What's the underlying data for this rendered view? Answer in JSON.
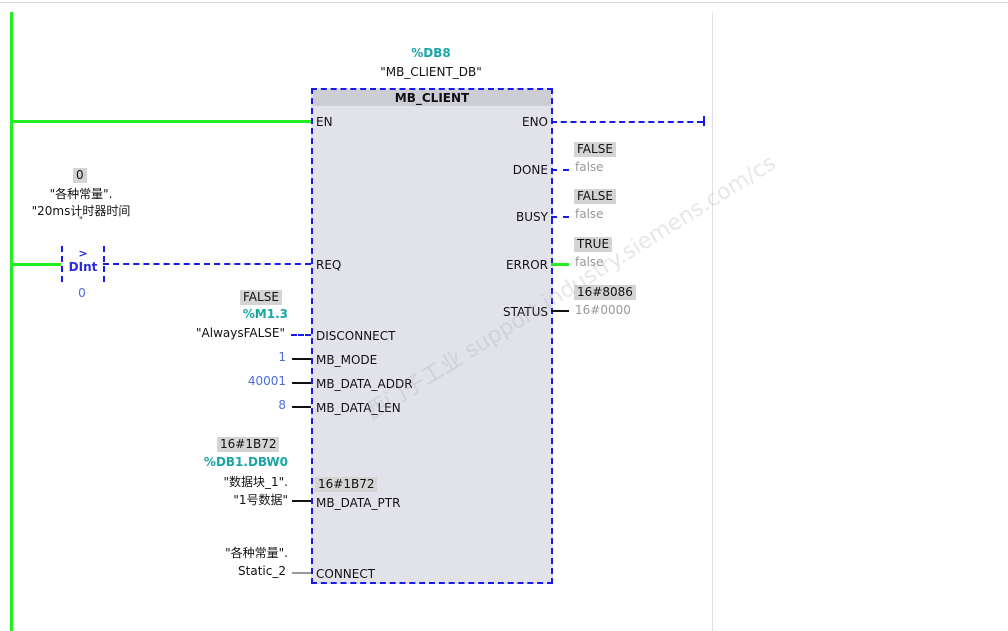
{
  "instance": {
    "db_address": "%DB8",
    "db_name": "\"MB_CLIENT_DB\""
  },
  "block": {
    "title": "MB_CLIENT"
  },
  "inputs": {
    "en": "EN",
    "req": "REQ",
    "disconnect": "DISCONNECT",
    "mb_mode": "MB_MODE",
    "mb_data_addr": "MB_DATA_ADDR",
    "mb_data_len": "MB_DATA_LEN",
    "mb_data_ptr": "MB_DATA_PTR",
    "connect": "CONNECT"
  },
  "outputs": {
    "eno": "ENO",
    "done": "DONE",
    "busy": "BUSY",
    "error": "ERROR",
    "status": "STATUS"
  },
  "compare": {
    "op": ">",
    "type": "DInt",
    "in1_value": "0",
    "in1_line1": "\"各种常量\".",
    "in1_line2": "\"20ms计时器时间",
    "in1_line3": "\"",
    "in2": "0"
  },
  "disconnect_param": {
    "value": "FALSE",
    "address": "%M1.3",
    "symbol": "\"AlwaysFALSE\""
  },
  "mb_mode_param": "1",
  "mb_data_addr_param": "40001",
  "mb_data_len_param": "8",
  "mb_data_ptr_param": {
    "value": "16#1B72",
    "address": "%DB1.DBW0",
    "symbol1": "\"数据块_1\".",
    "symbol2": "\"1号数据\"",
    "pin_value": "16#1B72"
  },
  "connect_param": {
    "symbol1": "\"各种常量\".",
    "symbol2": "Static_2"
  },
  "done_out": {
    "value": "FALSE",
    "tag": "false"
  },
  "busy_out": {
    "value": "FALSE",
    "tag": "false"
  },
  "error_out": {
    "value": "TRUE",
    "tag": "false"
  },
  "status_out": {
    "value": "16#8086",
    "tag": "16#0000"
  },
  "watermark": "西门子工业 support.industry.siemens.com/cs",
  "colors": {
    "powerflow": "#22ee22",
    "no_flow": "#1a1aee",
    "address": "#1aa6a6"
  }
}
